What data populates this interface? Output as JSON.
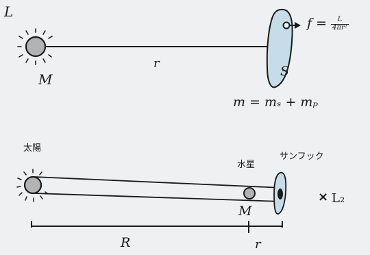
{
  "top_diagram": {
    "luminosity_label": "L",
    "star_mass_label": "M",
    "distance_label": "r",
    "sail_label": "S",
    "flux_lhs": "f =",
    "flux_numerator": "L",
    "flux_denominator": "4πr²",
    "mass_equation": "m = mₛ + mₚ"
  },
  "bottom_diagram": {
    "sun_label": "太陽",
    "mercury_label": "水星",
    "sunfuk_label": "サンフック",
    "mercury_mass_label": "M",
    "l2_marker": "×",
    "l2_label": "L₂",
    "big_distance_label": "R",
    "small_distance_label": "r"
  },
  "colors": {
    "ink": "#1a1a1a",
    "star_fill": "#b3b3b3",
    "sail_fill": "#c6dce8",
    "background": "#eef0f1"
  }
}
